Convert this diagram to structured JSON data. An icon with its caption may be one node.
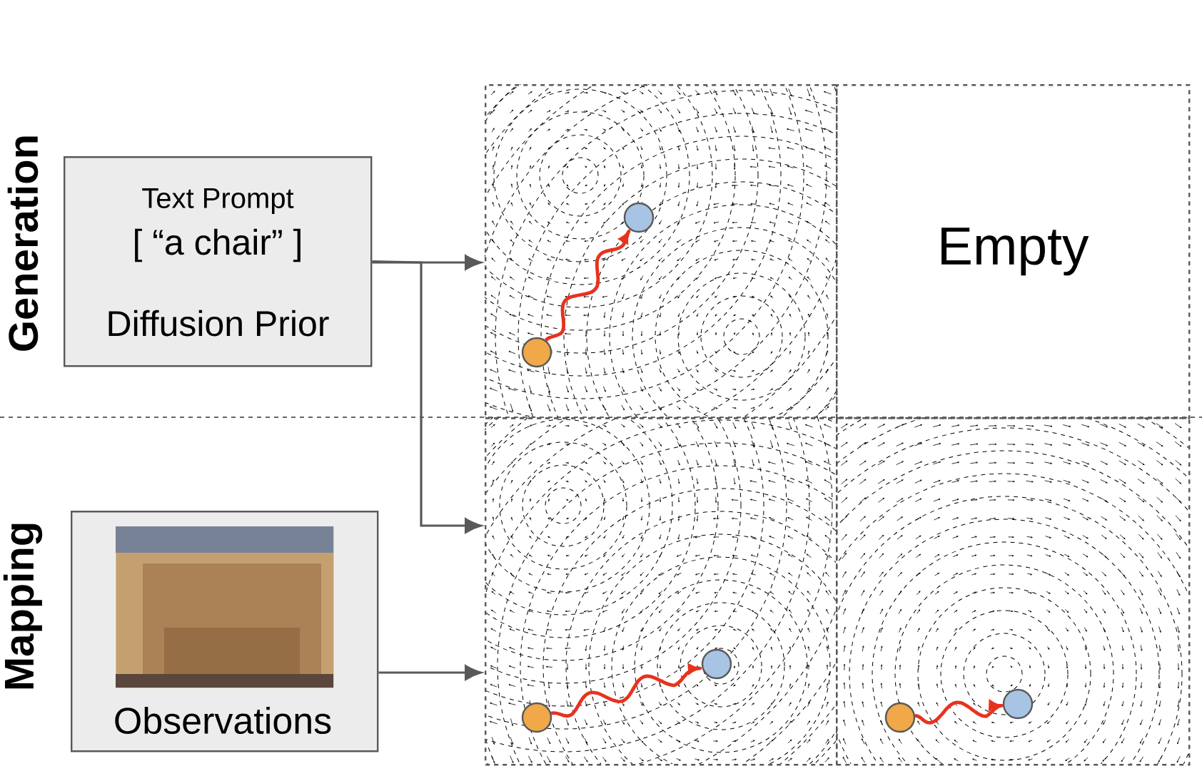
{
  "diagram": {
    "nodes": [
      {
        "text": [
          "Text Prompt",
          "[ “a chair” ]",
          "Diffusion Prior"
        ]
      },
      {
        "text": [
          "Observations"
        ]
      },
      {
        "text": [],
        "shape": "picture",
        "in": 1
      },
      {
        "text": [],
        "shape": "box"
      },
      {
        "text": [
          "Empty"
        ]
      },
      {
        "text": [],
        "shape": "box"
      },
      {
        "text": [],
        "shape": "box"
      },
      {
        "text": [],
        "shape": "circle",
        "in": 3
      },
      {
        "text": [],
        "shape": "circle",
        "in": 3
      },
      {
        "text": [],
        "shape": "circle",
        "in": 5
      },
      {
        "text": [],
        "shape": "circle",
        "in": 5
      },
      {
        "text": [],
        "shape": "circle",
        "in": 6
      },
      {
        "text": [],
        "shape": "circle",
        "in": 6
      }
    ],
    "edges": [
      {
        "from": 0,
        "to": 3,
        "arrow": "to"
      },
      {
        "from": 0,
        "to": 5,
        "arrow": "to"
      },
      {
        "from": 1,
        "to": 5,
        "arrow": "to"
      },
      {
        "from": 7,
        "to": 8,
        "arrow": "to",
        "color": "#e8321e"
      },
      {
        "from": 9,
        "to": 10,
        "arrow": "to",
        "color": "#e8321e"
      },
      {
        "from": 11,
        "to": 12,
        "arrow": "to",
        "color": "#e8321e"
      }
    ],
    "labels": [
      "Generation",
      "Mapping"
    ]
  }
}
